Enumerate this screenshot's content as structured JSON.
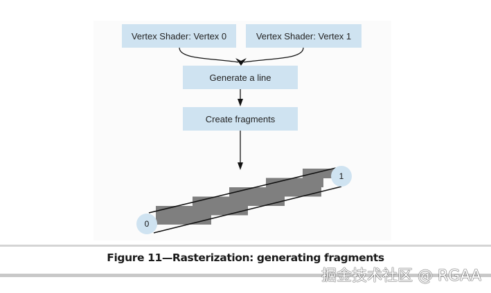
{
  "diagram": {
    "nodes": {
      "vertex0": "Vertex Shader: Vertex 0",
      "vertex1": "Vertex Shader: Vertex 1",
      "generate_line": "Generate a line",
      "create_fragments": "Create fragments"
    },
    "edges": [
      [
        "vertex0",
        "generate_line"
      ],
      [
        "vertex1",
        "generate_line"
      ],
      [
        "generate_line",
        "create_fragments"
      ],
      [
        "create_fragments",
        "rasterized_line"
      ]
    ],
    "rasterized_line": {
      "endpoints": [
        "0",
        "1"
      ],
      "fragment_count": 5
    },
    "colors": {
      "box_fill": "#cfe3f1",
      "fragment_fill": "#7f7f7f",
      "vertex_circle": "#cfe3f1"
    }
  },
  "caption": "Figure 11—Rasterization: generating fragments",
  "watermark": "掘金技术社区 @ RGAA"
}
